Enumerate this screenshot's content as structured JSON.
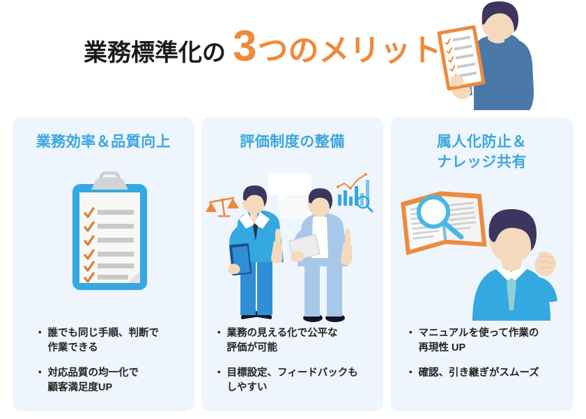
{
  "header": {
    "title_main": "業務標準化の",
    "title_number": "3",
    "title_accent": "つのメリット",
    "accent_color": "#EE8A3C",
    "illustration": "person-reading-checklist"
  },
  "theme": {
    "card_background": "#EEF5FC",
    "heading_blue": "#3BA6E0",
    "accent_orange": "#EE8A3C",
    "page_background": "#FFFFFF",
    "body_text": "#232323"
  },
  "cards": [
    {
      "id": "efficiency-quality",
      "heading_lines": [
        "業務効率＆品質向上"
      ],
      "illustration": "clipboard-checklist-icon",
      "bullets": [
        {
          "line1": "誰でも同じ手順、判断で",
          "line2": "作業できる"
        },
        {
          "line1": "対応品質の均一化で",
          "line2": "顧客満足度UP"
        }
      ]
    },
    {
      "id": "evaluation-system",
      "heading_lines": [
        "評価制度の整備"
      ],
      "illustration": "two-people-discussion-icon",
      "bullets": [
        {
          "line1": "業務の見える化で公平な",
          "line2": "評価が可能"
        },
        {
          "line1": "目標設定、フィードバックも",
          "line2": "しやすい"
        }
      ]
    },
    {
      "id": "knowledge-sharing",
      "heading_lines": [
        "属人化防止＆",
        "ナレッジ共有"
      ],
      "illustration": "man-with-manual-book-icon",
      "bullets": [
        {
          "line1": "マニュアルを使って作業の",
          "line2": "再現性 UP"
        },
        {
          "line1": "確認、引き継ぎがスムーズ",
          "line2": ""
        }
      ]
    }
  ],
  "bullet_marker": "・"
}
